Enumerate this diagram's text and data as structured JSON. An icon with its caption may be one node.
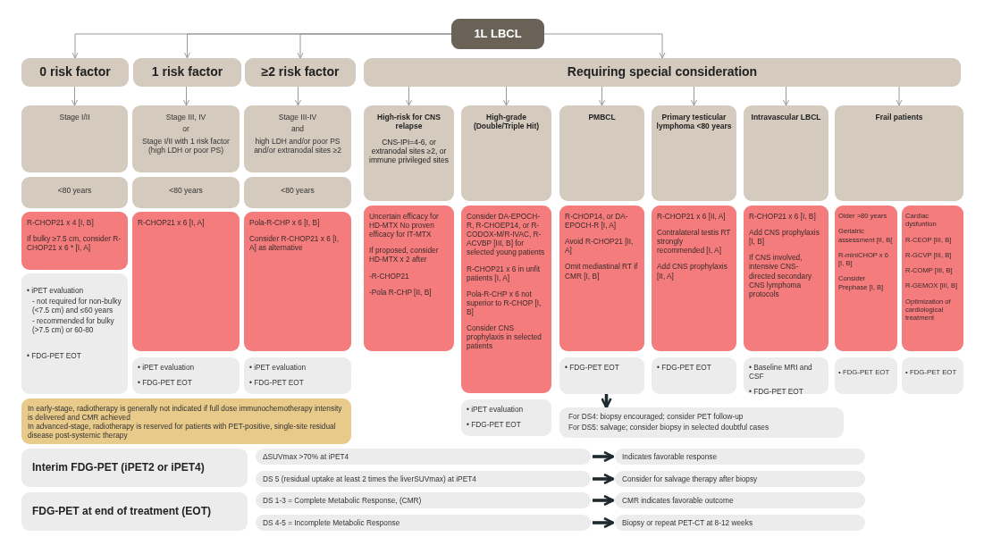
{
  "diagram": {
    "nodes": [
      {
        "text": [
          "1L LBCL"
        ]
      },
      {
        "text": [
          "0 risk factor"
        ]
      },
      {
        "text": [
          "1 risk factor"
        ]
      },
      {
        "text": [
          "≥2 risk factor"
        ]
      },
      {
        "text": [
          "Requiring special consideration"
        ]
      },
      {
        "text": [
          "Stage I/II"
        ]
      },
      {
        "text": [
          "Stage III, IV",
          "or",
          "Stage I/II with 1 risk factor (high LDH or poor PS)"
        ]
      },
      {
        "text": [
          "Stage III-IV",
          "and",
          "high LDH and/or poor PS and/or extranodal sites ≥2"
        ]
      },
      {
        "text": [
          "High-risk for CNS relapse",
          "CNS-IPI=4-6, or extranodal sites ≥2, or immune privileged sites"
        ]
      },
      {
        "text": [
          "High-grade (Double/Triple Hit)"
        ]
      },
      {
        "text": [
          "PMBCL"
        ]
      },
      {
        "text": [
          "Primary testicular lymphoma <80 years"
        ]
      },
      {
        "text": [
          "Intravascular LBCL"
        ]
      },
      {
        "text": [
          "Frail patients"
        ]
      },
      {
        "text": [
          "<80 years"
        ]
      },
      {
        "text": [
          "<80 years"
        ]
      },
      {
        "text": [
          "<80 years"
        ]
      },
      {
        "text": [
          "R-CHOP21 x 4 [I, B]",
          "If bulky ≥7.5 cm, consider R-CHOP21 x 6 * [I, A]"
        ]
      },
      {
        "text": [
          "R-CHOP21 x 6 [I, A]"
        ]
      },
      {
        "text": [
          "Pola-R-CHP x 6 [I, B]",
          "Consider R-CHOP21 x 6 [I, A] as alternative"
        ]
      },
      {
        "text": [
          "Uncertain efficacy for HD-MTX No proven efficacy for IT-MTX",
          "If proposed, consider HD-MTX x 2 after",
          "-R-CHOP21",
          "-Pola R-CHP [II, B]"
        ]
      },
      {
        "text": [
          "Consider DA-EPOCH-R, R-CHOEP14, or R-CODOX-M/R-IVAC, R-ACVBP [III, B] for selected young patients",
          "R-CHOP21 x 6 in unfit patients [I, A]",
          "Pola-R-CHP x 6 not superior to R-CHOP [I, B]",
          "Consider CNS prophylaxis in selected patients"
        ]
      },
      {
        "text": [
          "R-CHOP14, or DA-EPOCH-R [I, A]",
          "Avoid R-CHOP21 [II, A]",
          "Omit mediastinal RT if CMR [I, B]"
        ]
      },
      {
        "text": [
          "R-CHOP21 x 6 [II, A]",
          "Contralateral testis RT strongly recommended [I, A]",
          "Add CNS prophylaxis [II, A]"
        ]
      },
      {
        "text": [
          "R-CHOP21 x 6 [I, B]",
          "Add CNS prophylaxis [I, B]",
          "If CNS involved, intensive CNS-directed secondary CNS lymphoma protocols"
        ]
      },
      {
        "text": [
          "Older >80 years",
          "Geriatric assessment [II, B[",
          "R-miniCHOP x 6 [I, B]",
          "Consider Prephase [I, B]"
        ]
      },
      {
        "text": [
          "Cardiac dysfuntion",
          "R-CEOP [III, B]",
          "R-GCVP [III, B]",
          "R-COMP [III, B]",
          "R-GEMOX [III, B]",
          "Optimization of cardiological treatment"
        ]
      },
      {
        "text": [
          "• iPET evaluation",
          "- not required for non-bulky (<7.5 cm) and ≤60 years",
          "- recommended for bulky (>7.5 cm) or 60-80",
          "• FDG-PET EOT"
        ]
      },
      {
        "text": [
          "• iPET evaluation",
          "• FDG-PET EOT"
        ]
      },
      {
        "text": [
          "• iPET evaluation",
          "• FDG-PET EOT"
        ]
      },
      {
        "text": [
          "• iPET evaluation",
          "• FDG-PET EOT"
        ]
      },
      {
        "text": [
          "• FDG-PET EOT"
        ]
      },
      {
        "text": [
          "• FDG-PET EOT"
        ]
      },
      {
        "text": [
          "• Baseline MRI and CSF",
          "• FDG-PET EOT"
        ]
      },
      {
        "text": [
          "• FDG-PET EOT"
        ]
      },
      {
        "text": [
          "• FDG-PET EOT"
        ]
      },
      {
        "text": [
          "In early-stage, radiotherapy is generally not indicated if full dose immunochemotherapy intensity is delivered and CMR achieved",
          "In advanced-stage, radiotherapy is reserved for patients with PET-positive, single-site residual disease post-systemic therapy"
        ]
      },
      {
        "text": [
          "For DS4: biopsy encouraged; consider PET follow-up",
          "For DS5: salvage; consider biopsy in selected doubtful cases"
        ]
      },
      {
        "text": [
          "Interim FDG-PET (iPET2 or iPET4)"
        ]
      },
      {
        "text": [
          "ΔSUVmax >70% at iPET4"
        ]
      },
      {
        "text": [
          "Indicates favorable response"
        ]
      },
      {
        "text": [
          "DS 5 (residual uptake at least 2 times the liverSUVmax) at iPET4"
        ]
      },
      {
        "text": [
          "Consider for salvage therapy after biopsy"
        ]
      },
      {
        "text": [
          "FDG-PET at end of treatment (EOT)"
        ]
      },
      {
        "text": [
          "DS 1-3 = Complete Metabolic Response, (CMR)"
        ]
      },
      {
        "text": [
          "CMR indicates favorable outcome"
        ]
      },
      {
        "text": [
          "DS 4-5 = Incomplete Metabolic Response"
        ]
      },
      {
        "text": [
          "Biopsy or repeat PET-CT at 8-12 weeks"
        ]
      }
    ],
    "edges": [
      {
        "from": 0,
        "to": 1,
        "arrow": "to"
      },
      {
        "from": 0,
        "to": 2,
        "arrow": "to"
      },
      {
        "from": 0,
        "to": 3,
        "arrow": "to"
      },
      {
        "from": 0,
        "to": 4,
        "arrow": "to"
      },
      {
        "from": 1,
        "to": 5,
        "arrow": "to"
      },
      {
        "from": 2,
        "to": 6,
        "arrow": "to"
      },
      {
        "from": 3,
        "to": 7,
        "arrow": "to"
      },
      {
        "from": 4,
        "to": 8,
        "arrow": "to"
      },
      {
        "from": 4,
        "to": 9,
        "arrow": "to"
      },
      {
        "from": 4,
        "to": 10,
        "arrow": "to"
      },
      {
        "from": 4,
        "to": 11,
        "arrow": "to"
      },
      {
        "from": 4,
        "to": 12,
        "arrow": "to"
      },
      {
        "from": 4,
        "to": 13,
        "arrow": "to"
      },
      {
        "from": 31,
        "to": 37,
        "arrow": "to",
        "style": "thick",
        "color": "#1f2a30"
      },
      {
        "from": 39,
        "to": 40,
        "arrow": "to",
        "style": "thick",
        "color": "#1f2a30"
      },
      {
        "from": 41,
        "to": 42,
        "arrow": "to",
        "style": "thick",
        "color": "#1f2a30"
      },
      {
        "from": 44,
        "to": 45,
        "arrow": "to",
        "style": "thick",
        "color": "#1f2a30"
      },
      {
        "from": 46,
        "to": 47,
        "arrow": "to",
        "style": "thick",
        "color": "#1f2a30"
      }
    ]
  }
}
